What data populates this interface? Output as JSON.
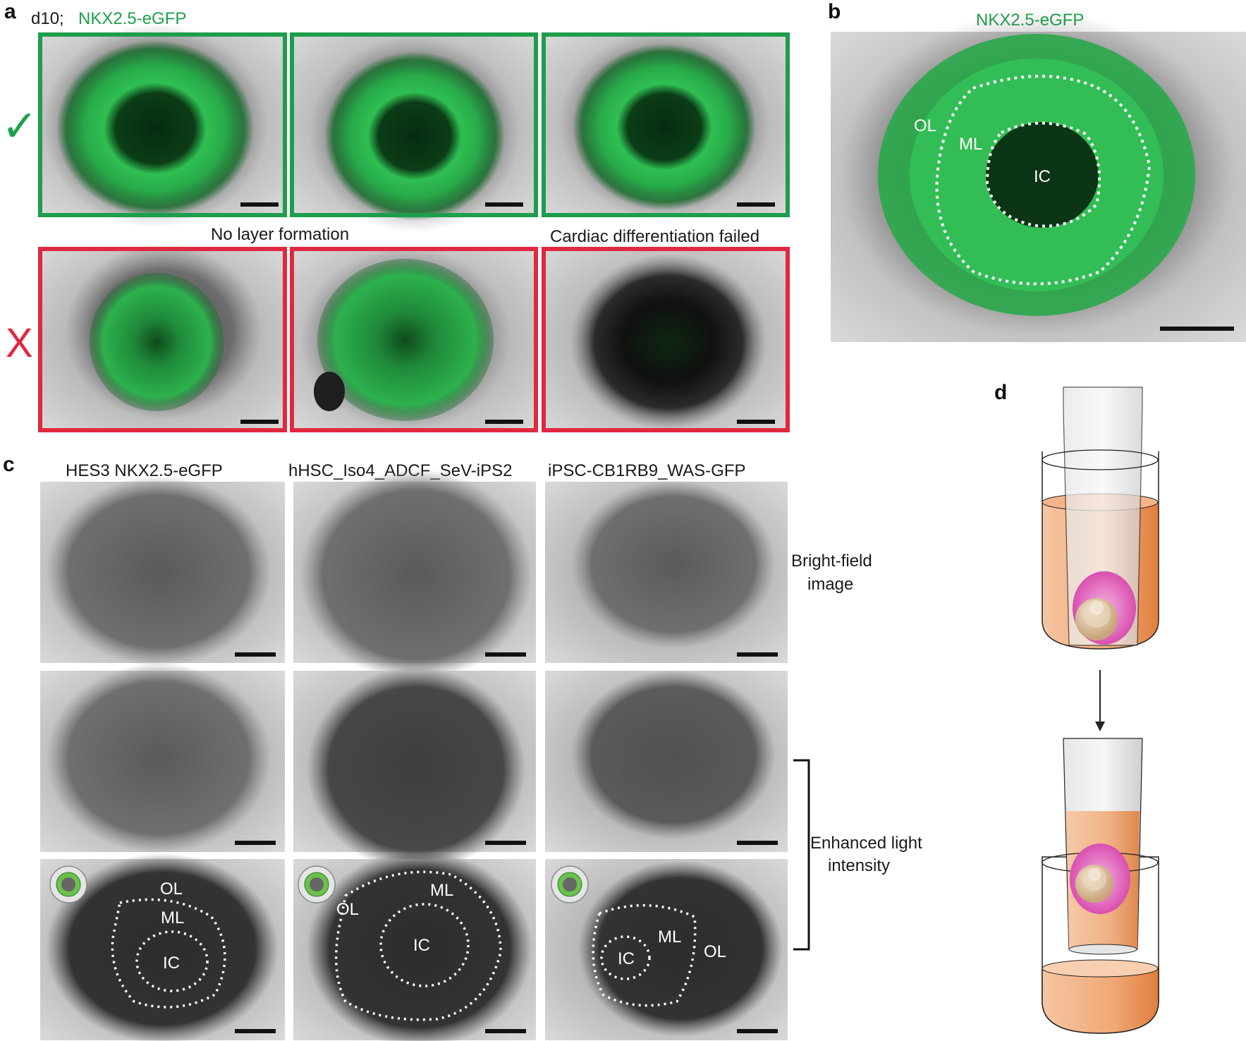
{
  "panels": {
    "a": {
      "letter": "a",
      "day": "d10;",
      "marker": "NKX2.5-eGFP",
      "good_mark": "✓",
      "bad_mark": "X",
      "bad_captions": [
        "No layer formation",
        "Cardiac differentiation failed"
      ]
    },
    "b": {
      "letter": "b",
      "marker": "NKX2.5-eGFP",
      "labels": [
        "OL",
        "ML",
        "IC"
      ]
    },
    "c": {
      "letter": "c",
      "columns": [
        "HES3 NKX2.5-eGFP",
        "hHSC_Iso4_ADCF_SeV-iPS2",
        "iPSC-CB1RB9_WAS-GFP"
      ],
      "row_label_brightfield": [
        "Bright-field",
        "image"
      ],
      "row_label_enhanced": [
        "Enhanced light",
        "intensity"
      ],
      "layer_labels": [
        "OL",
        "ML",
        "IC"
      ]
    },
    "d": {
      "letter": "d"
    }
  },
  "colors": {
    "accent_green": "#1fa04a",
    "frame_green": "#1c9e4c",
    "frame_red": "#e0283f",
    "fluor_green": "#2ec24f",
    "medium": "#f0a977",
    "organoid_pink": "#d94fb0"
  }
}
